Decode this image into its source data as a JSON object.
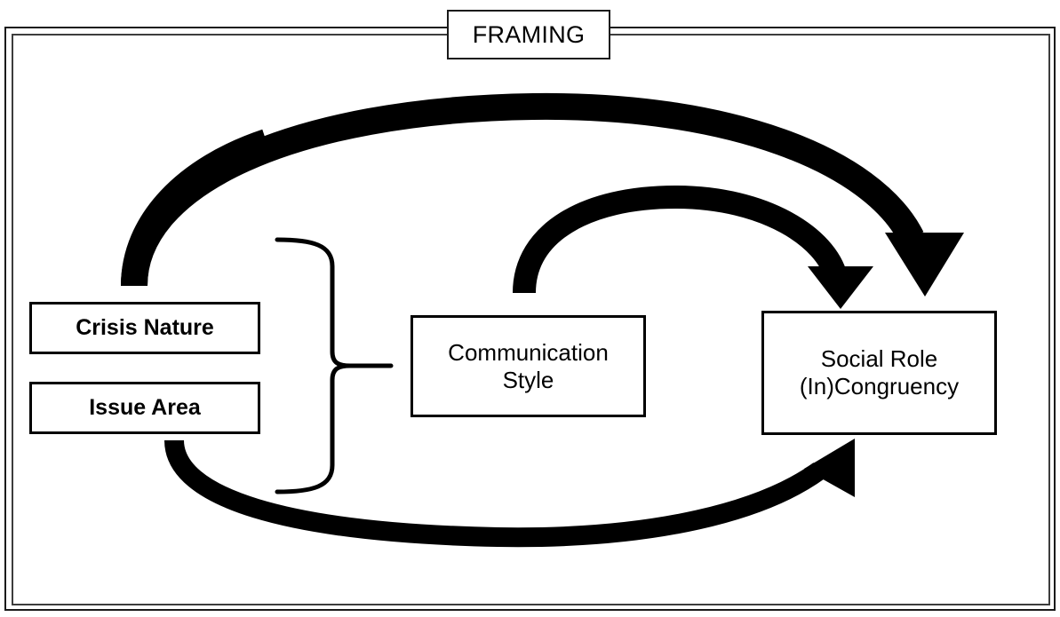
{
  "diagram": {
    "title": "FRAMING",
    "frame_color": "#1a1a1a",
    "accent_color": "#000000",
    "background": "#ffffff",
    "nodes": [
      {
        "id": "crisis-nature",
        "label": "Crisis Nature",
        "line1": "Crisis Nature",
        "line2": ""
      },
      {
        "id": "issue-area",
        "label": "Issue Area",
        "line1": "Issue Area",
        "line2": ""
      },
      {
        "id": "communication-style",
        "label": "Communication Style",
        "line1": "Communication",
        "line2": "Style"
      },
      {
        "id": "social-role",
        "label": "Social Role (In)Congruency",
        "line1": "Social Role",
        "line2": "(In)Congruency"
      }
    ],
    "connectors": [
      {
        "id": "top-arc",
        "from": "crisis-nature",
        "to": "social-role",
        "style": "thick-curved-arrow",
        "direction": "down-right"
      },
      {
        "id": "middle-arc",
        "from": "communication-style",
        "to": "social-role",
        "style": "thick-curved-arrow",
        "direction": "down-right"
      },
      {
        "id": "bottom-arc",
        "from": "issue-area",
        "to": "social-role",
        "style": "thick-curved-arrow",
        "direction": "up-right"
      },
      {
        "id": "brace",
        "from": "crisis-nature,issue-area",
        "to": "communication-style",
        "style": "curly-brace",
        "direction": "right"
      }
    ]
  }
}
